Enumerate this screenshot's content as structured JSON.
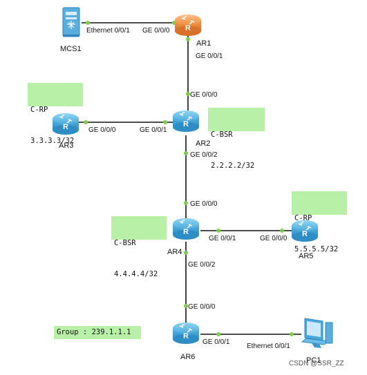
{
  "devices": {
    "mcs1": "MCS1",
    "ar1": "AR1",
    "ar2": "AR2",
    "ar3": "AR3",
    "ar4": "AR4",
    "ar5": "AR5",
    "ar6": "AR6",
    "pc1": "PC1"
  },
  "ports": {
    "mcs1_eth": "Ethernet 0/0/1",
    "ar1_ge000": "GE 0/0/0",
    "ar1_ge001": "GE 0/0/1",
    "ar2_ge000": "GE 0/0/0",
    "ar2_ge001": "GE 0/0/1",
    "ar2_ge002": "GE 0/0/2",
    "ar3_ge000": "GE 0/0/0",
    "ar4_ge000": "GE 0/0/0",
    "ar4_ge001": "GE 0/0/1",
    "ar4_ge002": "GE 0/0/2",
    "ar5_ge000": "GE 0/0/0",
    "ar6_ge000": "GE 0/0/0",
    "ar6_ge001": "GE 0/0/1",
    "pc1_eth": "Ethernet 0/0/1"
  },
  "notes": {
    "ar3_crp": {
      "line1": "C-RP",
      "line2": "3.3.3.3/32"
    },
    "ar2_cbsr": {
      "line1": "C-BSR",
      "line2": "2.2.2.2/32"
    },
    "ar5_crp": {
      "line1": "C-RP",
      "line2": "5.5.5.5/32"
    },
    "ar4_cbsr": {
      "line1": "C-BSR",
      "line2": "4.4.4.4/32"
    },
    "group": "Group : 239.1.1.1"
  },
  "watermark": "CSDN @SSR_ZZ",
  "colors": {
    "router_blue": "#5bb8e8",
    "router_orange": "#f39a4a",
    "note_green": "#b8f0a8",
    "port_dot": "#7ccd4a"
  }
}
